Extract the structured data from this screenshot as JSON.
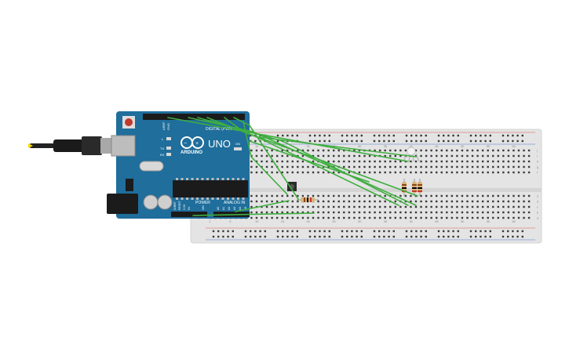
{
  "arduino": {
    "brand": "ARDUINO",
    "model": "UNO",
    "digital_label": "DIGITAL (PWM ~)",
    "power_label": "POWER",
    "analog_label": "ANALOG IN",
    "rx_label": "RX",
    "tx_label": "TX",
    "l_label": "L",
    "on_label": "ON",
    "aref_label": "AREF",
    "gnd_label": "GND",
    "reset_label": "RESET",
    "ioref_label": "IOREF",
    "v33_label": "3.3V",
    "v5_label": "5V",
    "vin_label": "VIN",
    "a0": "A0",
    "a1": "A1",
    "a2": "A2",
    "a3": "A3",
    "a4": "A4",
    "a5": "A5"
  },
  "breadboard": {
    "column_numbers": [
      "1",
      "5",
      "10",
      "15",
      "20",
      "25",
      "30",
      "35",
      "40",
      "45",
      "50",
      "55",
      "60"
    ],
    "row_letters_top": [
      "j",
      "i",
      "h",
      "g",
      "f"
    ],
    "row_letters_bottom": [
      "e",
      "d",
      "c",
      "b",
      "a"
    ]
  },
  "colors": {
    "board_blue": "#1f6e9c",
    "wire_green": "#3fae3f",
    "breadboard": "#e6e6e6",
    "rail_red": "#d9534f",
    "rail_blue": "#4a74c9"
  }
}
